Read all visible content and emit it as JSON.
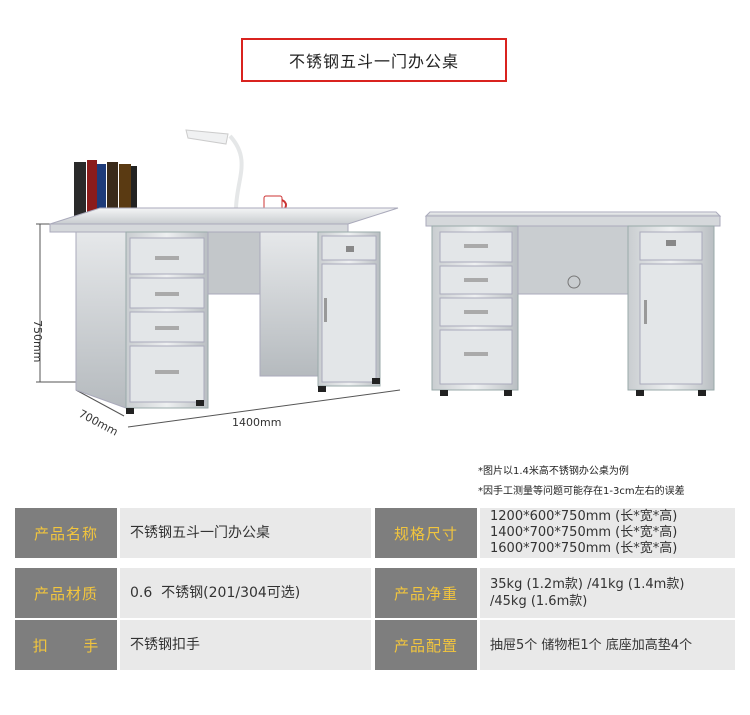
{
  "title": "不锈钢五斗一门办公桌",
  "dimensions": {
    "height_label": "750mm",
    "depth_label": "700mm",
    "width_label": "1400mm"
  },
  "notes": [
    "*图片以1.4米高不锈钢办公桌为例",
    "*因手工测量等问题可能存在1-3cm左右的误差"
  ],
  "specs": {
    "name_label": "产品名称",
    "name_value": "不锈钢五斗一门办公桌",
    "size_label": "规格尺寸",
    "size_values": [
      "1200*600*750mm (长*宽*高)",
      "1400*700*750mm (长*宽*高)",
      "1600*700*750mm (长*宽*高)"
    ],
    "material_label": "产品材质",
    "material_value": "0.6  不锈钢(201/304可选)",
    "weight_label": "产品净重",
    "weight_values": [
      "35kg (1.2m款) /41kg (1.4m款)",
      "/45kg (1.6m款)"
    ],
    "handle_label": "扣      手",
    "handle_value": "不锈钢扣手",
    "config_label": "产品配置",
    "config_value": "抽屉5个 储物柜1个 底座加高垫4个"
  },
  "colors": {
    "title_border": "#d9231f",
    "label_bg": "#7e7e7e",
    "label_text": "#f2c53d",
    "value_bg": "#e9e9e9"
  }
}
